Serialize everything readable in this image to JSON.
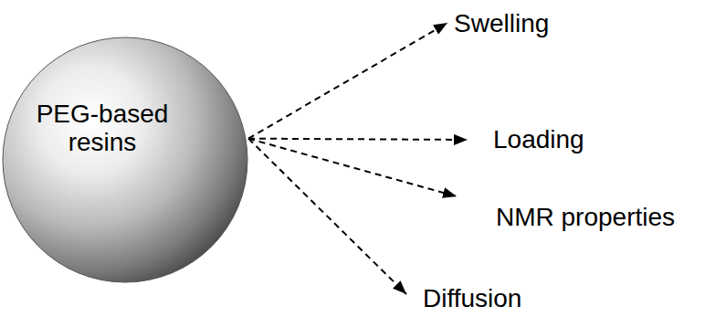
{
  "diagram": {
    "nodes": [
      {
        "text": [
          "PEG-based resins"
        ]
      },
      {
        "text": [
          "Swelling"
        ]
      },
      {
        "text": [
          "Loading"
        ]
      },
      {
        "text": [
          "NMR properties"
        ]
      },
      {
        "text": [
          "Diffusion"
        ]
      }
    ],
    "edges": [
      {
        "from": 0,
        "to": 1,
        "arrow": "to"
      },
      {
        "from": 0,
        "to": 2,
        "arrow": "to"
      },
      {
        "from": 0,
        "to": 3,
        "arrow": "to"
      },
      {
        "from": 0,
        "to": 4,
        "arrow": "to"
      }
    ]
  }
}
